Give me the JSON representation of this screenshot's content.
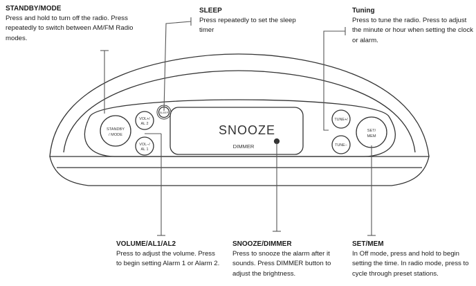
{
  "callouts": {
    "standby": {
      "title": "STANDBY/MODE",
      "body": "Press and hold to turn off the radio. Press repeatedly to switch between AM/FM Radio modes."
    },
    "sleep": {
      "title": "SLEEP",
      "body": "Press repeatedly to set the sleep timer"
    },
    "tuning": {
      "title": "Tuning",
      "body": "Press to tune the radio. Press to adjust the minute or hour when setting the clock or alarm."
    },
    "volume": {
      "title": "VOLUME/AL1/AL2",
      "body": "Press to adjust the volume. Press to begin setting Alarm 1 or Alarm 2."
    },
    "snooze": {
      "title": "SNOOZE/DIMMER",
      "body": "Press to snooze the alarm after it sounds. Press DIMMER button to adjust the brightness."
    },
    "setmem": {
      "title": "SET/MEM",
      "body": "In Off mode, press and hold to begin setting the time. In radio mode, press to cycle through preset stations."
    }
  },
  "buttons": {
    "standby": [
      "STANDBY",
      "/ MODE"
    ],
    "vol_up": [
      "VOL+/",
      "AL 2"
    ],
    "vol_down": [
      "VOL−/",
      "AL 1"
    ],
    "sleep": "SLEEP",
    "snooze": "SNOOZE",
    "dimmer": "DIMMER",
    "tune_up": "TUNE+/",
    "tune_down": "TUNE−",
    "setmem": [
      "SET/",
      "MEM"
    ]
  }
}
